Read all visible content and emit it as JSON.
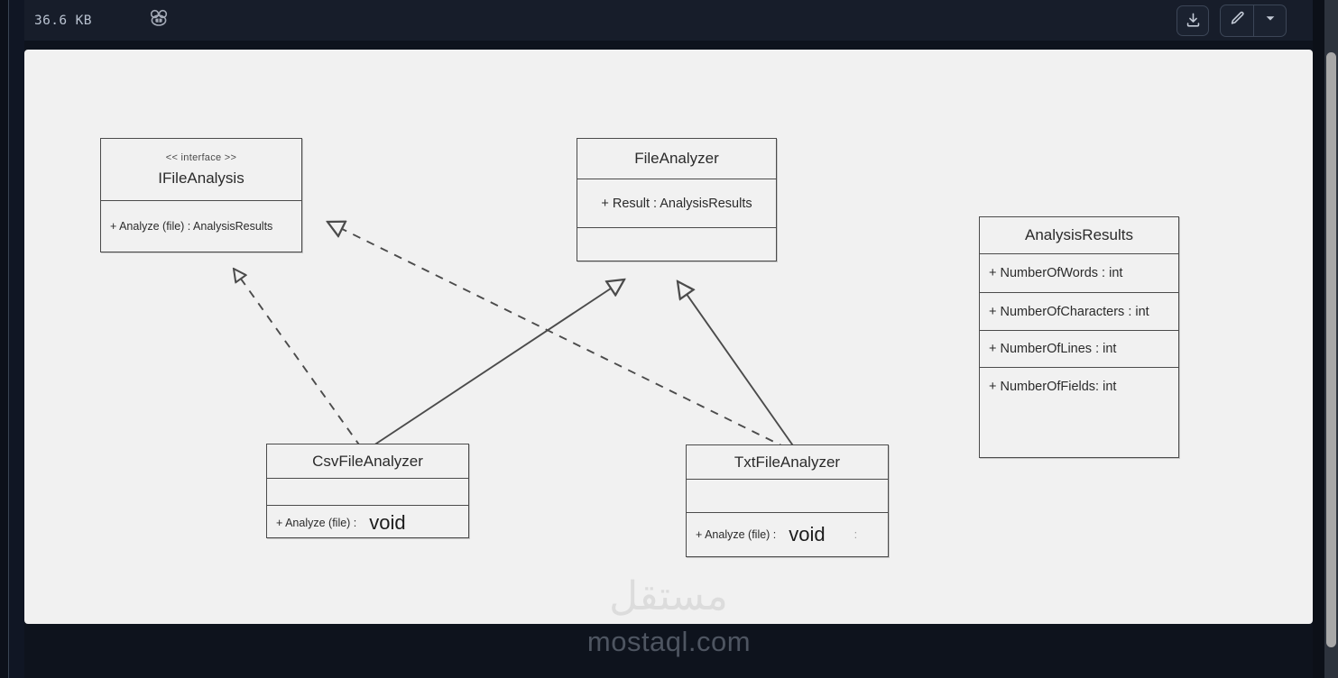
{
  "header": {
    "file_size": "36.6 KB",
    "bot_icon": "bot-icon",
    "download_label": "download-icon",
    "edit_label": "pencil-icon",
    "dropdown_label": "chevron-down-icon"
  },
  "watermark": {
    "arabic": "مستقل",
    "latin": "mostaql.com"
  },
  "diagram": {
    "type": "uml-class-diagram",
    "classes": [
      {
        "id": "ifileanalysis",
        "stereotype": "<< interface >>",
        "name": "IFileAnalysis",
        "members": [
          "+ Analyze (file)  : AnalysisResults"
        ]
      },
      {
        "id": "fileanalyzer",
        "name": "FileAnalyzer",
        "members": [
          "+ Result : AnalysisResults",
          ""
        ]
      },
      {
        "id": "analysisresults",
        "name": "AnalysisResults",
        "members": [
          "+ NumberOfWords : int",
          "+ NumberOfCharacters : int",
          "+ NumberOfLines : int",
          "+ NumberOfFields: int"
        ]
      },
      {
        "id": "csvfileanalyzer",
        "name": "CsvFileAnalyzer",
        "members": [
          "",
          "+ Analyze (file) :",
          "void"
        ]
      },
      {
        "id": "txtfileanalyzer",
        "name": "TxtFileAnalyzer",
        "members": [
          "",
          "+ Analyze (file) :",
          "void",
          ":"
        ]
      }
    ],
    "relations": [
      {
        "from": "CsvFileAnalyzer",
        "to": "IFileAnalysis",
        "kind": "realization",
        "style": "dashed"
      },
      {
        "from": "TxtFileAnalyzer",
        "to": "IFileAnalysis",
        "kind": "realization",
        "style": "dashed"
      },
      {
        "from": "CsvFileAnalyzer",
        "to": "FileAnalyzer",
        "kind": "generalization",
        "style": "solid"
      },
      {
        "from": "TxtFileAnalyzer",
        "to": "FileAnalyzer",
        "kind": "generalization",
        "style": "solid"
      }
    ]
  },
  "colors": {
    "chrome": "#171d2a",
    "canvas": "#f1f1f1",
    "stroke": "#4b4b4b",
    "scrollbar_thumb": "#a8a8a8"
  }
}
